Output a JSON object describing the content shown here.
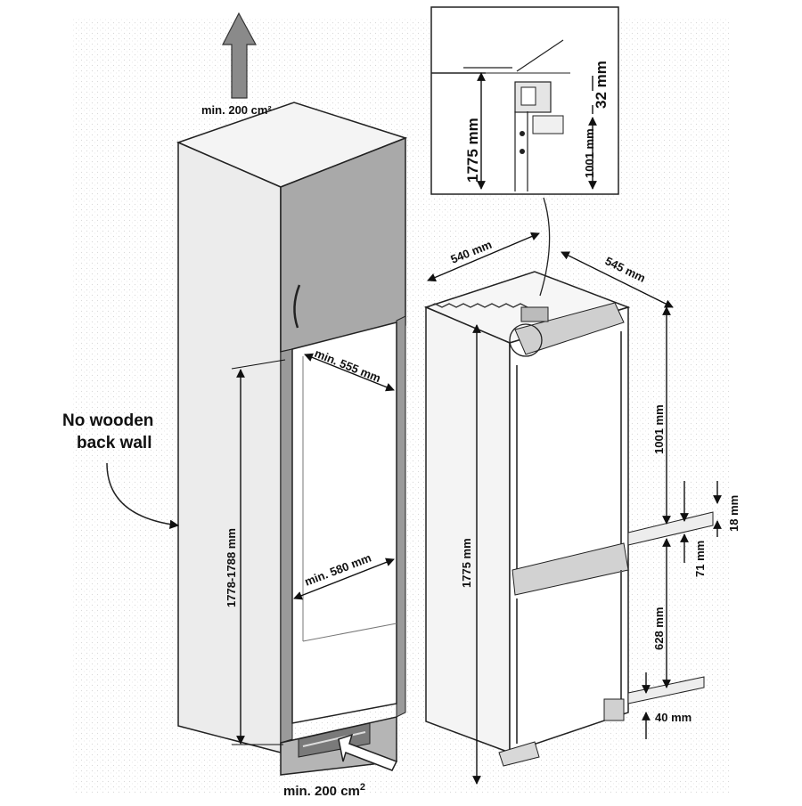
{
  "labels": {
    "vent_top": "min. 200 cm²",
    "vent_bottom_main": "min. 200 cm",
    "vent_bottom_sup": "2",
    "no_wall_line1": "No wooden",
    "no_wall_line2": "back wall",
    "niche_depth": "min. 555 mm",
    "niche_width": "min. 580 mm",
    "niche_height": "1778-1788 mm",
    "appliance_width": "540 mm",
    "appliance_depth": "545 mm",
    "appliance_height": "1775 mm",
    "upper_door": "1001 mm",
    "gap_18": "18 mm",
    "gap_71": "71 mm",
    "lower_door": "628 mm",
    "base_40": "40 mm",
    "detail_total": "1775 mm",
    "detail_32": "32 mm",
    "detail_1001": "1001 mm"
  },
  "colors": {
    "cabinet_light": "#ededed",
    "cabinet_door": "#a9a9a9",
    "arrow_fill": "#8a8a8a",
    "line": "#222222"
  }
}
